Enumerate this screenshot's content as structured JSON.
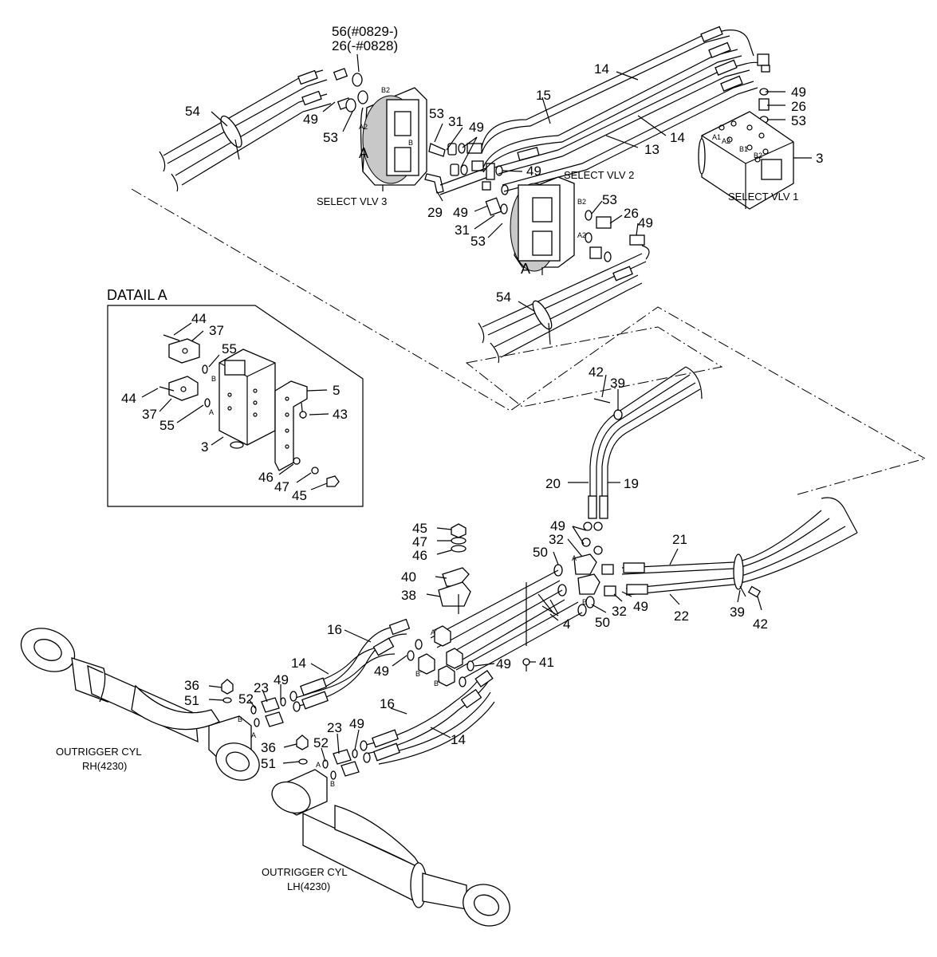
{
  "callouts": {
    "c56": "56(#0829-)",
    "c26a": "26(-#0828)",
    "c54a": "54",
    "c49a": "49",
    "c53a": "53",
    "cA_sv3": "A",
    "c53b": "53",
    "c31a": "31",
    "c49b": "49",
    "c49c": "49",
    "c29": "29",
    "c49d": "49",
    "c31b": "31",
    "c53c": "53",
    "c15": "15",
    "c14a": "14",
    "c14b": "14",
    "c13": "13",
    "c49e": "49",
    "c26b": "26",
    "c53d": "53",
    "c3": "3",
    "c53e": "53",
    "c26c": "26",
    "c49f": "49",
    "cA_sv2": "A",
    "c54b": "54",
    "c44a": "44",
    "c37a": "37",
    "c55a": "55",
    "c5": "5",
    "c43": "43",
    "c44b": "44",
    "c37b": "37",
    "c55b": "55",
    "c3b": "3",
    "c46a": "46",
    "c47a": "47",
    "c45a": "45",
    "c42a": "42",
    "c39a": "39",
    "c20": "20",
    "c19": "19",
    "c49g": "49",
    "c32a": "32",
    "c50a": "50",
    "c21": "21",
    "c22": "22",
    "c50b": "50",
    "c32b": "32",
    "c49h": "49",
    "c39b": "39",
    "c42b": "42",
    "c45b": "45",
    "c47b": "47",
    "c46b": "46",
    "c40": "40",
    "c38": "38",
    "c4": "4",
    "c41": "41",
    "c16a": "16",
    "c14c": "14",
    "c49i": "49",
    "c49j": "49",
    "c36a": "36",
    "c51a": "51",
    "c52a": "52",
    "c23a": "23",
    "c49k": "49",
    "c16b": "16",
    "c14d": "14",
    "c36b": "36",
    "c52b": "52",
    "c51b": "51",
    "c23b": "23",
    "c49l": "49"
  },
  "labels": {
    "select_vlv_3": "SELECT VLV 3",
    "select_vlv_2": "SELECT VLV 2",
    "select_vlv_1": "SELECT VLV 1",
    "detail_title": "DATAIL A",
    "rh_cyl_line1": "OUTRIGGER CYL",
    "rh_cyl_line2": "RH(4230)",
    "lh_cyl_line1": "OUTRIGGER CYL",
    "lh_cyl_line2": "LH(4230)"
  },
  "ports": {
    "b2a": "B2",
    "a2a": "A2",
    "ba": "B",
    "b2b": "B2",
    "a2b": "A2",
    "a1": "A1",
    "a2c": "A2",
    "b1": "B1",
    "b2c": "B2",
    "pb_d": "B",
    "pa_d": "A",
    "pa_m": "A'",
    "pb_m": "B'",
    "pb_m2": "B'",
    "pa_j": "A",
    "pb_j": "B",
    "pb_rh": "B",
    "pa_rh": "A",
    "pa_lh": "A",
    "pb_lh": "B"
  }
}
